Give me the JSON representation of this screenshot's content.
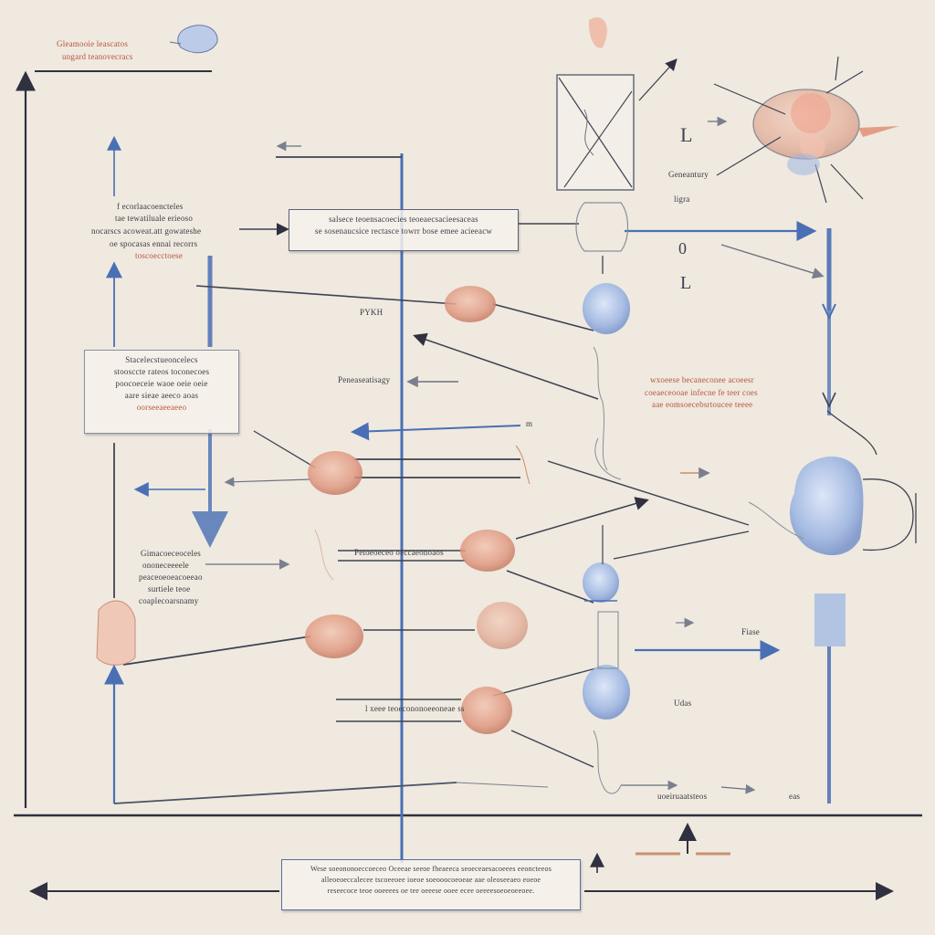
{
  "labels": {
    "top_left_red_1": "Gleamooie leascatos",
    "top_left_red_2": "ungard teanovecracs",
    "left_text_1": "f ecorlaacoencteles",
    "left_text_2": "tae tewatiluale erieoso",
    "left_text_3": "nocarscs acoweat.att gowateshe",
    "left_text_4": "oe spocasas ennai recorrs",
    "left_text_red": "toscoecctoese",
    "center_box": "salsece teoensacoecies teoeaecsacieesaceas",
    "center_box_2": "se sosenaucsice rectasce towrr bose emee acieeacw",
    "small_p": "PYKH",
    "small_mid": "Peneaseatisagy",
    "stacked_box_1": "Stacelecstueoncelecs",
    "stacked_box_2": "stoosccte rateos toconecoes",
    "stacked_box_3": "poocoeceie waoe oeie oeie",
    "stacked_box_4": "aare sieae aeeco aoas",
    "stacked_box_red": "oorseeaeeaeeo",
    "mid_left_1": "Gimacoeceoceles",
    "mid_left_2": "ononeceeeele",
    "mid_left_3": "peaceoeoeacoeeao",
    "mid_left_4": "surtiele teoe",
    "mid_left_5": "coaplecoarsnamy",
    "center_box_3": "Petoeoeceo oeccaeonoaos",
    "bottom_mid_box": "l xeee teoecononoeeoneae ss",
    "right_red_1": "wxoeese becaneconee acoeesr",
    "right_red_2": "coeaeceooae infecne fe teer coes",
    "right_red_3": "aae eomsoecebsrtoucee teeee",
    "top_right_1": "Geneantury",
    "top_right_2": "ligra",
    "m_label": "m",
    "ud_label": "Udas",
    "bottom_right_1": "uoeiruaatsteos",
    "bottom_right_2": "eas",
    "right_small": "Fiase",
    "bottom_box_1": "Wese soeononoeccoeceo Oceeae seeoe fheaeeca seoeceaesacoeees eeoncteeos",
    "bottom_box_2": "alleoeoeccalecee tscoeeoee ioeoe soeooocoeoeae aae oleoseeaeo eoeoe",
    "bottom_box_3": "reseecoce teoe ooeeees oe tee oeeese ooee ecee oeeeesoeoeoeeoee."
  },
  "colors": {
    "background": "#efe9df",
    "dark_line": "#2f3140",
    "blue_line": "#4a6fb5",
    "red_text": "#b8543f",
    "node_orange": "#e3a089",
    "node_blue": "#9fb7e3"
  }
}
